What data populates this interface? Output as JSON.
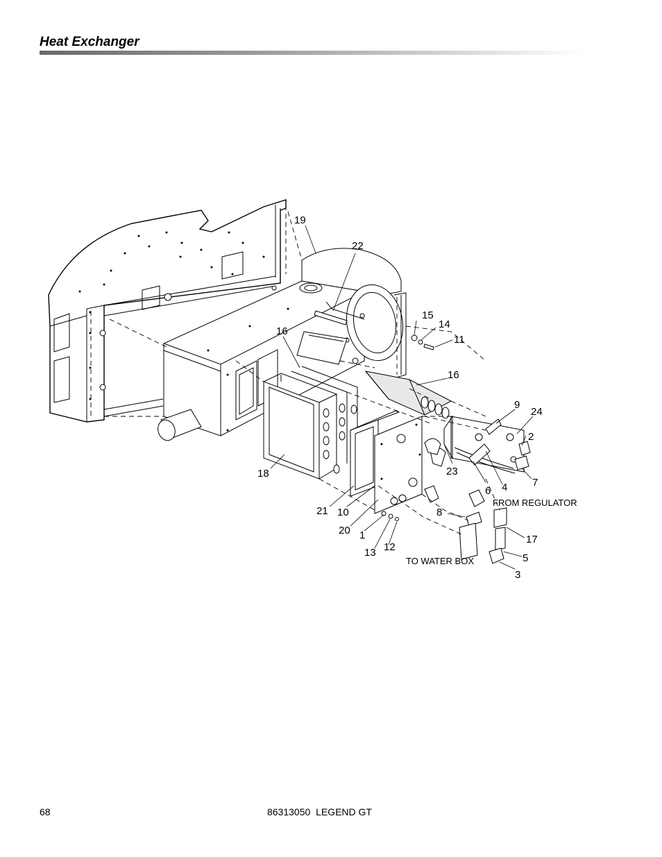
{
  "header": {
    "title": "Heat Exchanger"
  },
  "diagram": {
    "callouts": {
      "c19": "19",
      "c22": "22",
      "c15": "15",
      "c14": "14",
      "c11": "11",
      "c16a": "16",
      "c16b": "16",
      "c9": "9",
      "c24": "24",
      "c2": "2",
      "c23": "23",
      "c6": "6",
      "c4": "4",
      "c7": "7",
      "c18": "18",
      "c21": "21",
      "c10": "10",
      "c8": "8",
      "c20": "20",
      "c1": "1",
      "c17": "17",
      "c13": "13",
      "c12": "12",
      "c5": "5",
      "c3": "3"
    },
    "notes": {
      "from_regulator": "FROM REGULATOR",
      "to_water_box": "TO WATER BOX"
    }
  },
  "footer": {
    "page_number": "68",
    "doc_id": "86313050  LEGEND GT"
  }
}
